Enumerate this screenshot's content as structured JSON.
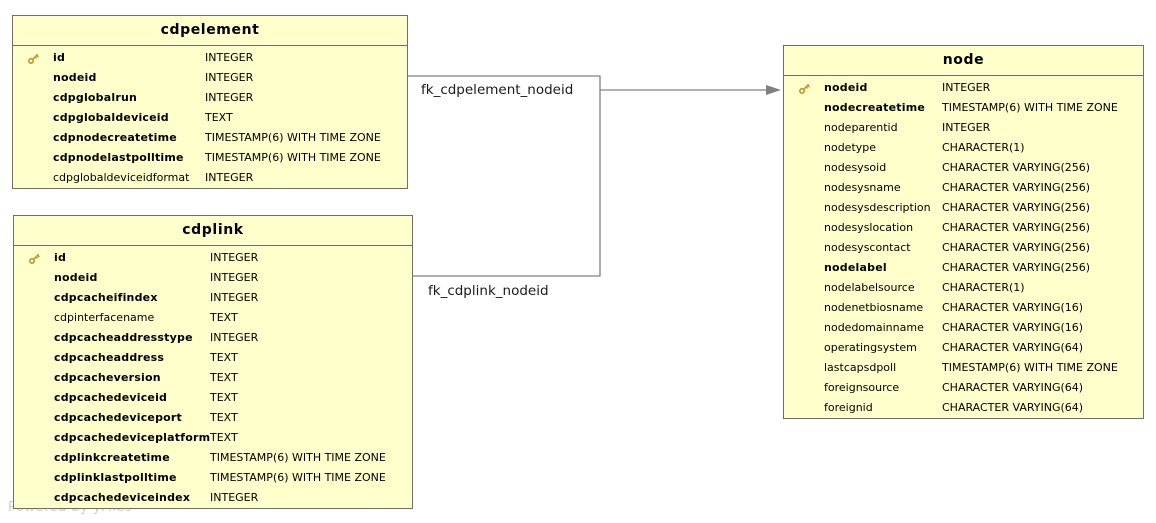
{
  "diagram": {
    "watermark": "Powered by yFiles",
    "colors": {
      "table_fill": "#ffffcc",
      "table_border": "#6e6e6e",
      "edge_line": "#808080",
      "key_icon_gold": "#bf9a33",
      "watermark_gray": "#cfcfcf"
    },
    "tables": [
      {
        "id": "cdpelement",
        "title": "cdpelement",
        "columns": [
          {
            "name": "id",
            "type": "INTEGER",
            "bold": true,
            "key": true
          },
          {
            "name": "nodeid",
            "type": "INTEGER",
            "bold": true,
            "key": false
          },
          {
            "name": "cdpglobalrun",
            "type": "INTEGER",
            "bold": true,
            "key": false
          },
          {
            "name": "cdpglobaldeviceid",
            "type": "TEXT",
            "bold": true,
            "key": false
          },
          {
            "name": "cdpnodecreatetime",
            "type": "TIMESTAMP(6) WITH TIME ZONE",
            "bold": true,
            "key": false
          },
          {
            "name": "cdpnodelastpolltime",
            "type": "TIMESTAMP(6) WITH TIME ZONE",
            "bold": true,
            "key": false
          },
          {
            "name": "cdpglobaldeviceidformat",
            "type": "INTEGER",
            "bold": false,
            "key": false
          }
        ]
      },
      {
        "id": "cdplink",
        "title": "cdplink",
        "columns": [
          {
            "name": "id",
            "type": "INTEGER",
            "bold": true,
            "key": true
          },
          {
            "name": "nodeid",
            "type": "INTEGER",
            "bold": true,
            "key": false
          },
          {
            "name": "cdpcacheifindex",
            "type": "INTEGER",
            "bold": true,
            "key": false
          },
          {
            "name": "cdpinterfacename",
            "type": "TEXT",
            "bold": false,
            "key": false
          },
          {
            "name": "cdpcacheaddresstype",
            "type": "INTEGER",
            "bold": true,
            "key": false
          },
          {
            "name": "cdpcacheaddress",
            "type": "TEXT",
            "bold": true,
            "key": false
          },
          {
            "name": "cdpcacheversion",
            "type": "TEXT",
            "bold": true,
            "key": false
          },
          {
            "name": "cdpcachedeviceid",
            "type": "TEXT",
            "bold": true,
            "key": false
          },
          {
            "name": "cdpcachedeviceport",
            "type": "TEXT",
            "bold": true,
            "key": false
          },
          {
            "name": "cdpcachedeviceplatform",
            "type": "TEXT",
            "bold": true,
            "key": false
          },
          {
            "name": "cdplinkcreatetime",
            "type": "TIMESTAMP(6) WITH TIME ZONE",
            "bold": true,
            "key": false
          },
          {
            "name": "cdplinklastpolltime",
            "type": "TIMESTAMP(6) WITH TIME ZONE",
            "bold": true,
            "key": false
          },
          {
            "name": "cdpcachedeviceindex",
            "type": "INTEGER",
            "bold": true,
            "key": false
          }
        ]
      },
      {
        "id": "node",
        "title": "node",
        "columns": [
          {
            "name": "nodeid",
            "type": "INTEGER",
            "bold": true,
            "key": true
          },
          {
            "name": "nodecreatetime",
            "type": "TIMESTAMP(6) WITH TIME ZONE",
            "bold": true,
            "key": false
          },
          {
            "name": "nodeparentid",
            "type": "INTEGER",
            "bold": false,
            "key": false
          },
          {
            "name": "nodetype",
            "type": "CHARACTER(1)",
            "bold": false,
            "key": false
          },
          {
            "name": "nodesysoid",
            "type": "CHARACTER VARYING(256)",
            "bold": false,
            "key": false
          },
          {
            "name": "nodesysname",
            "type": "CHARACTER VARYING(256)",
            "bold": false,
            "key": false
          },
          {
            "name": "nodesysdescription",
            "type": "CHARACTER VARYING(256)",
            "bold": false,
            "key": false
          },
          {
            "name": "nodesyslocation",
            "type": "CHARACTER VARYING(256)",
            "bold": false,
            "key": false
          },
          {
            "name": "nodesyscontact",
            "type": "CHARACTER VARYING(256)",
            "bold": false,
            "key": false
          },
          {
            "name": "nodelabel",
            "type": "CHARACTER VARYING(256)",
            "bold": true,
            "key": false
          },
          {
            "name": "nodelabelsource",
            "type": "CHARACTER(1)",
            "bold": false,
            "key": false
          },
          {
            "name": "nodenetbiosname",
            "type": "CHARACTER VARYING(16)",
            "bold": false,
            "key": false
          },
          {
            "name": "nodedomainname",
            "type": "CHARACTER VARYING(16)",
            "bold": false,
            "key": false
          },
          {
            "name": "operatingsystem",
            "type": "CHARACTER VARYING(64)",
            "bold": false,
            "key": false
          },
          {
            "name": "lastcapsdpoll",
            "type": "TIMESTAMP(6) WITH TIME ZONE",
            "bold": false,
            "key": false
          },
          {
            "name": "foreignsource",
            "type": "CHARACTER VARYING(64)",
            "bold": false,
            "key": false
          },
          {
            "name": "foreignid",
            "type": "CHARACTER VARYING(64)",
            "bold": false,
            "key": false
          }
        ]
      }
    ],
    "relationships": [
      {
        "label": "fk_cdpelement_nodeid",
        "from": "cdpelement.nodeid",
        "to": "node.nodeid"
      },
      {
        "label": "fk_cdplink_nodeid",
        "from": "cdplink.nodeid",
        "to": "node.nodeid"
      }
    ]
  }
}
